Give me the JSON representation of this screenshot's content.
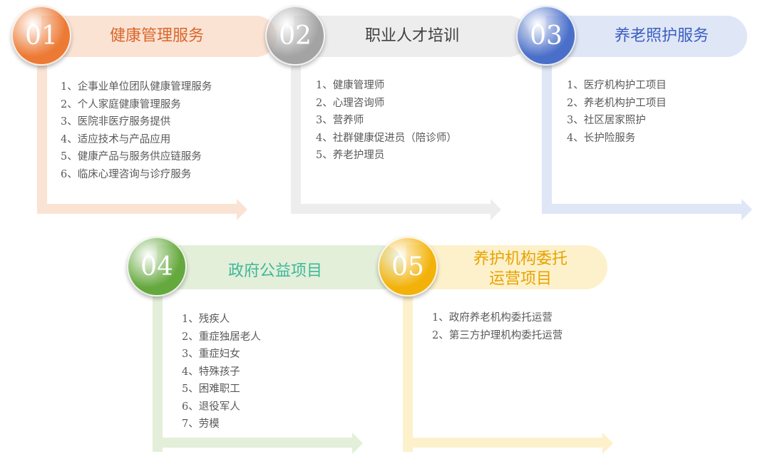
{
  "sections": [
    {
      "number": "01",
      "title": "健康管理服务",
      "colors": {
        "circle": "#ec7a35",
        "band": "#fbe3d4",
        "title": "#d9662a"
      },
      "items": [
        "1、企事业单位团队健康管理服务",
        "2、个人家庭健康管理服务",
        "3、医院非医疗服务提供",
        "4、适应技术与产品应用",
        "5、健康产品与服务供应链服务",
        "6、临床心理咨询与诊疗服务"
      ]
    },
    {
      "number": "02",
      "title": "职业人才培训",
      "colors": {
        "circle": "#a3a3a3",
        "band": "#ededed",
        "title": "#404040"
      },
      "items": [
        "1、健康管理师",
        "2、心理咨询师",
        "3、营养师",
        "4、社群健康促进员（陪诊师）",
        "5、养老护理员"
      ]
    },
    {
      "number": "03",
      "title": "养老照护服务",
      "colors": {
        "circle": "#4a6fc9",
        "band": "#dfe6f6",
        "title": "#3b5fc0"
      },
      "items": [
        "1、医疗机构护工项目",
        "2、养老机构护工项目",
        "3、社区居家照护",
        "4、长护险服务"
      ]
    },
    {
      "number": "04",
      "title": "政府公益项目",
      "colors": {
        "circle": "#65a83e",
        "band": "#e3efd9",
        "title": "#3fb79b"
      },
      "items": [
        "1、残疾人",
        "2、重症独居老人",
        "3、重症妇女",
        "4、特殊孩子",
        "5、困难职工",
        "6、退役军人",
        "7、劳模"
      ]
    },
    {
      "number": "05",
      "title": "养护机构委托\n运营项目",
      "colors": {
        "circle": "#f2b20a",
        "band": "#fdf1cc",
        "title": "#e7a300"
      },
      "items": [
        "1、政府养老机构委托运营",
        "2、第三方护理机构委托运营"
      ]
    }
  ]
}
